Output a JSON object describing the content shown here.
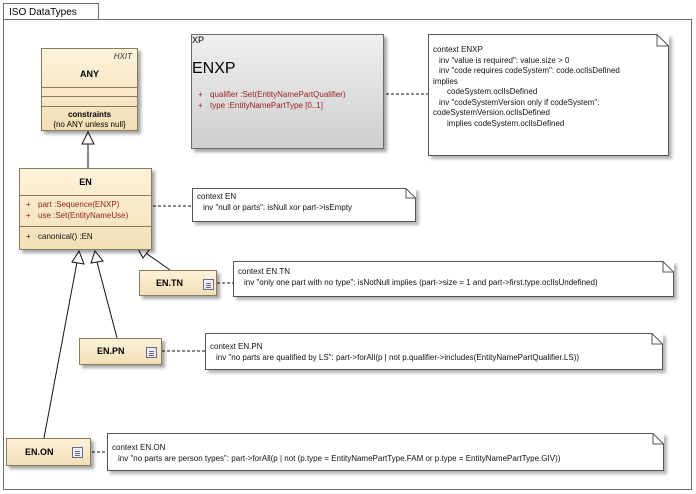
{
  "frame": {
    "title": "ISO DataTypes"
  },
  "classes": {
    "any": {
      "name": "ANY",
      "stereotype": "HXIT",
      "ops_title": "constraints",
      "ops_text": "{no ANY unless null}"
    },
    "enxp": {
      "name": "ENXP",
      "stereotype": "XP",
      "attrs": [
        {
          "vis": "+",
          "text": "qualifier :Set(EntityNamePartQualifier)"
        },
        {
          "vis": "+",
          "text": "type :EntityNamePartType [0..1]"
        }
      ]
    },
    "en": {
      "name": "EN",
      "attrs": [
        {
          "vis": "+",
          "text": "part :Sequence(ENXP)"
        },
        {
          "vis": "+",
          "text": "use :Set(EntityNameUse)"
        }
      ],
      "ops": [
        {
          "vis": "+",
          "text": "canonical() :EN"
        }
      ]
    },
    "entn": {
      "name": "EN.TN"
    },
    "enpn": {
      "name": "EN.PN"
    },
    "enon": {
      "name": "EN.ON"
    }
  },
  "notes": {
    "enxp": [
      "context ENXP",
      "inv \"value is required\": value.size > 0",
      "inv \"code requires codeSystem\": code.oclIsDefined",
      "implies",
      "codeSystem.oclIsDefined",
      "inv \"codeSystemVersion only if codeSystem\":",
      "codeSystemVersion.oclIsDefined",
      "implies codeSystem.oclIsDefined"
    ],
    "en": [
      "context EN",
      "inv \"null or parts\": isNull xor part->isEmpty"
    ],
    "entn": [
      "context EN.TN",
      "inv \"only one part with no type\": isNotNull implies (part->size = 1 and part->first.type.oclIsUndefined)"
    ],
    "enpn": [
      "context EN.PN",
      "inv \"no parts are qualified by LS\": part->forAll(p | not p.qualifier->includes(EntityNamePartQualifier.LS))"
    ],
    "enon": [
      "context EN.ON",
      "inv \"no parts are person types\": part->forAll(p | not (p.type = EntityNamePartType.FAM or p.type = EntityNamePartType.GIV))"
    ]
  }
}
